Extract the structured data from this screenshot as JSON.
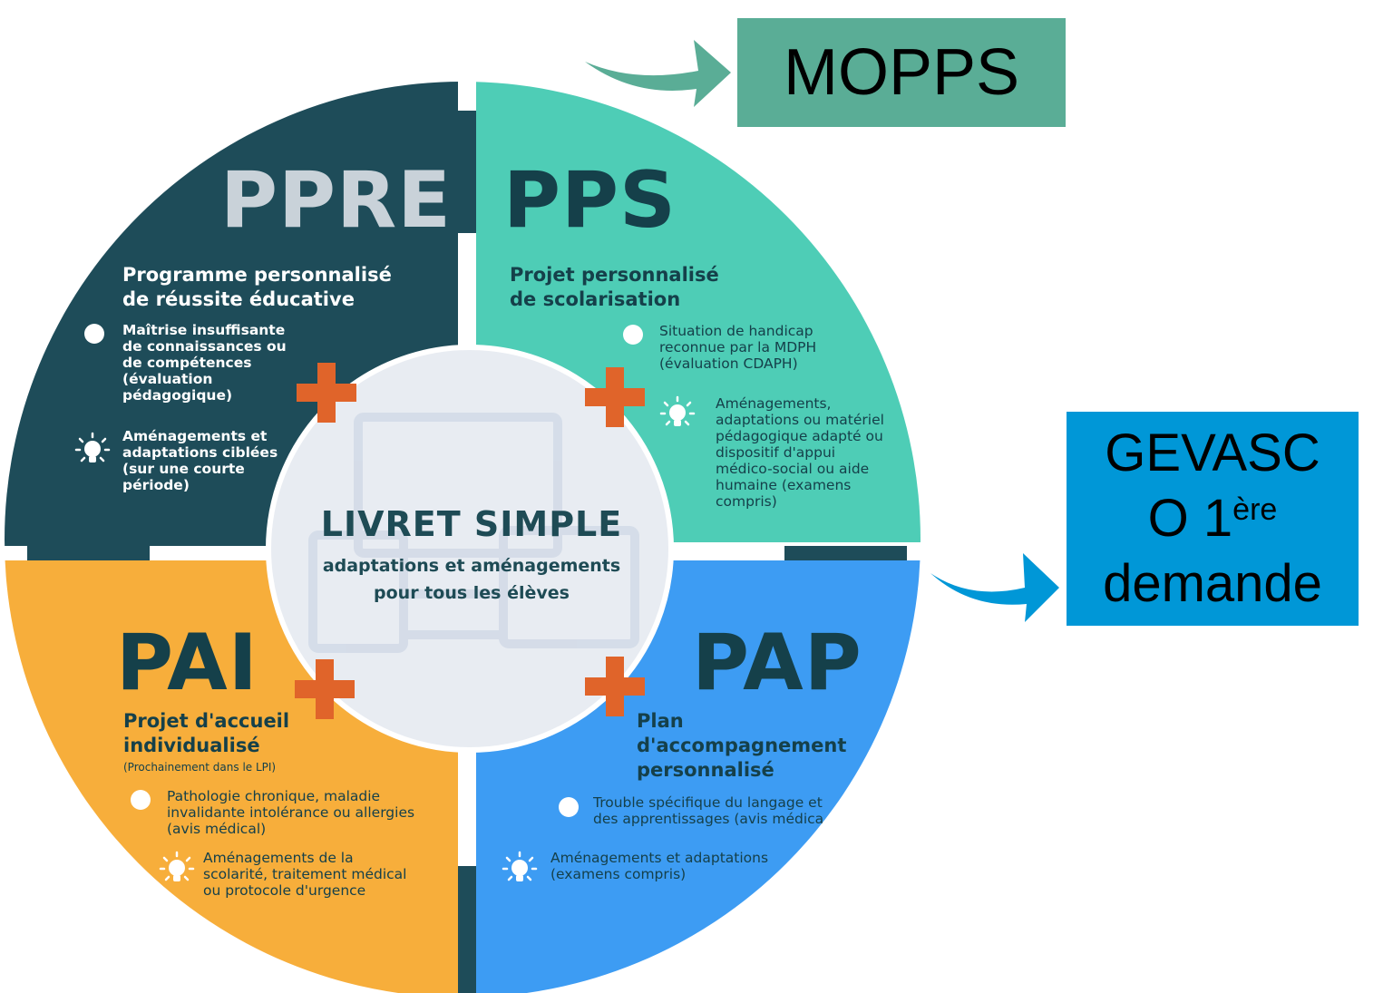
{
  "callouts": {
    "mopps": "MOPPS",
    "gevasco_line1": "GEVASC",
    "gevasco_line2a": "O 1",
    "gevasco_sup": "ère",
    "gevasco_line3": "demande"
  },
  "center": {
    "title": "LIVRET SIMPLE",
    "line1": "adaptations et aménagements",
    "line2": "pour tous les élèves"
  },
  "quadrants": {
    "ppre": {
      "acronym": "PPRE",
      "title1": "Programme personnalisé",
      "title2": "de réussite éducative",
      "criteria": [
        "Maîtrise insuffisante",
        "de connaissances ou",
        "de compétences",
        "(évaluation",
        "pédagogique)"
      ],
      "measures": [
        "Aménagements et",
        "adaptations ciblées",
        "(sur une courte",
        "période)"
      ]
    },
    "pps": {
      "acronym": "PPS",
      "title1": "Projet personnalisé",
      "title2": "de scolarisation",
      "criteria": [
        "Situation de handicap",
        "reconnue par la MDPH",
        "(évaluation CDAPH)"
      ],
      "measures": [
        "Aménagements,",
        "adaptations ou matériel",
        "pédagogique adapté ou",
        "dispositif d'appui",
        "médico-social ou aide",
        "humaine (examens",
        "compris)"
      ]
    },
    "pai": {
      "acronym": "PAI",
      "title1": "Projet d'accueil",
      "title2": "individualisé",
      "note": "(Prochainement dans le LPI)",
      "criteria": [
        "Pathologie chronique, maladie",
        "invalidante intolérance ou allergies",
        "(avis médical)"
      ],
      "measures": [
        "Aménagements de la",
        "scolarité, traitement médical",
        "ou protocole d'urgence"
      ]
    },
    "pap": {
      "acronym": "PAP",
      "title1": "Plan",
      "title2": "d'accompagnement",
      "title3": "personnalisé",
      "criteria": [
        "Trouble spécifique du langage et",
        "des apprentissages (avis médica"
      ],
      "measures": [
        "Aménagements et adaptations",
        "(examens compris)"
      ]
    }
  },
  "colors": {
    "ppre": "#1e4c59",
    "pps": "#4ecdb6",
    "pai": "#f7ae3b",
    "pap": "#3d9cf3",
    "plus": "#e0642a",
    "mopps_box": "#5aad96",
    "gevasco_box": "#0097d7"
  }
}
